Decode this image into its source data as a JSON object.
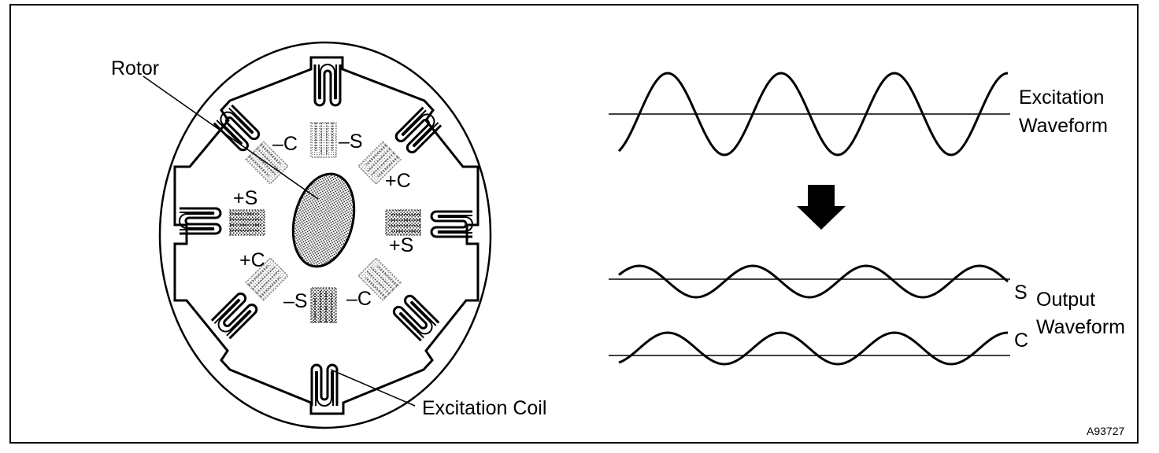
{
  "figure_id": "A93727",
  "resolver": {
    "rotor_label": "Rotor",
    "coil_label": "Excitation Coil",
    "windings": {
      "minus_c_top": "–C",
      "minus_s_top": "–S",
      "plus_c_right": "+C",
      "plus_s_left": "+S",
      "plus_s_right": "+S",
      "plus_c_left": "+C",
      "minus_s_bottom": "–S",
      "minus_c_bottom": "–C"
    }
  },
  "waveforms": {
    "excitation_line1": "Excitation",
    "excitation_line2": "Waveform",
    "output_line1": "Output",
    "output_line2": "Waveform",
    "s_label": "S",
    "c_label": "C"
  }
}
